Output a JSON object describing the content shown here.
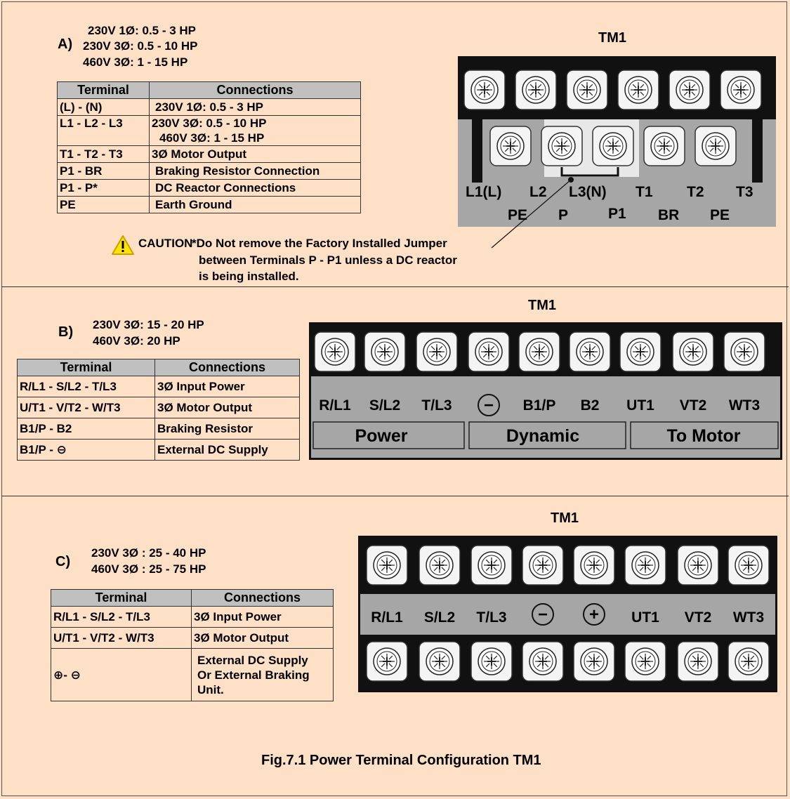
{
  "colors": {
    "background": "#fde0c6",
    "block_gray": "#a6a6a6",
    "block_black": "#111111",
    "table_header": "#c0c0c0",
    "caution_yellow": "#ffe600"
  },
  "section_a": {
    "letter": "A)",
    "specs": [
      "230V 1Ø: 0.5 - 3 HP",
      "230V 3Ø: 0.5 - 10 HP",
      "460V 3Ø: 1 - 15 HP"
    ],
    "table_headers": [
      "Terminal",
      "Connections"
    ],
    "rows": [
      {
        "terminal": "(L) - (N)",
        "connections": [
          "230V 1Ø: 0.5 - 3 HP"
        ]
      },
      {
        "terminal": "L1 - L2 - L3",
        "connections": [
          "230V 3Ø: 0.5 - 10 HP",
          "460V 3Ø: 1 - 15 HP"
        ]
      },
      {
        "terminal": "T1 - T2 - T3",
        "connections": [
          "3Ø Motor Output"
        ]
      },
      {
        "terminal": "P1 - BR",
        "connections": [
          "Braking Resistor Connection"
        ]
      },
      {
        "terminal": "P1 - P*",
        "connections": [
          "DC Reactor Connections"
        ]
      },
      {
        "terminal": "PE",
        "connections": [
          "Earth Ground"
        ]
      }
    ],
    "caution_label": "CAUTION",
    "caution_lines": [
      "*Do Not remove the Factory  Installed Jumper",
      "between Terminals P - P1 unless a DC reactor",
      "is being installed."
    ],
    "tm1_title": "TM1",
    "top_labels": [
      "L1(L)",
      "L2",
      "L3(N)",
      "T1",
      "T2",
      "T3"
    ],
    "bottom_labels": [
      "PE",
      "P",
      "P1",
      "BR",
      "PE"
    ]
  },
  "section_b": {
    "letter": "B)",
    "specs": [
      "230V 3Ø: 15 - 20 HP",
      "460V 3Ø: 20 HP"
    ],
    "table_headers": [
      "Terminal",
      "Connections"
    ],
    "rows": [
      {
        "terminal": "R/L1 - S/L2 - T/L3",
        "connection": "3Ø Input Power"
      },
      {
        "terminal": "U/T1 - V/T2 - W/T3",
        "connection": "3Ø Motor Output"
      },
      {
        "terminal": "B1/P - B2",
        "connection": "Braking Resistor"
      },
      {
        "terminal": "B1/P - ⊖",
        "connection": "External DC Supply"
      }
    ],
    "tm1_title": "TM1",
    "terminal_labels": [
      "R/L1",
      "S/L2",
      "T/L3",
      "⊖",
      "B1/P",
      "B2",
      "UT1",
      "VT2",
      "WT3"
    ],
    "groups": [
      "Power",
      "Dynamic",
      "To Motor"
    ]
  },
  "section_c": {
    "letter": "C)",
    "specs": [
      "230V 3Ø : 25 - 40 HP",
      "460V 3Ø : 25 - 75 HP"
    ],
    "table_headers": [
      "Terminal",
      "Connections"
    ],
    "rows": [
      {
        "terminal": "R/L1 - S/L2 - T/L3",
        "connections": [
          "3Ø Input Power"
        ]
      },
      {
        "terminal": "U/T1 - V/T2 - W/T3",
        "connections": [
          "3Ø Motor Output"
        ]
      },
      {
        "terminal": "⊕- ⊖",
        "connections": [
          "External DC Supply",
          "Or External Braking",
          "Unit."
        ]
      }
    ],
    "tm1_title": "TM1",
    "terminal_labels": [
      "R/L1",
      "S/L2",
      "T/L3",
      "⊖",
      "⊕",
      "UT1",
      "VT2",
      "WT3"
    ]
  },
  "caption": "Fig.7.1 Power Terminal Configuration TM1"
}
